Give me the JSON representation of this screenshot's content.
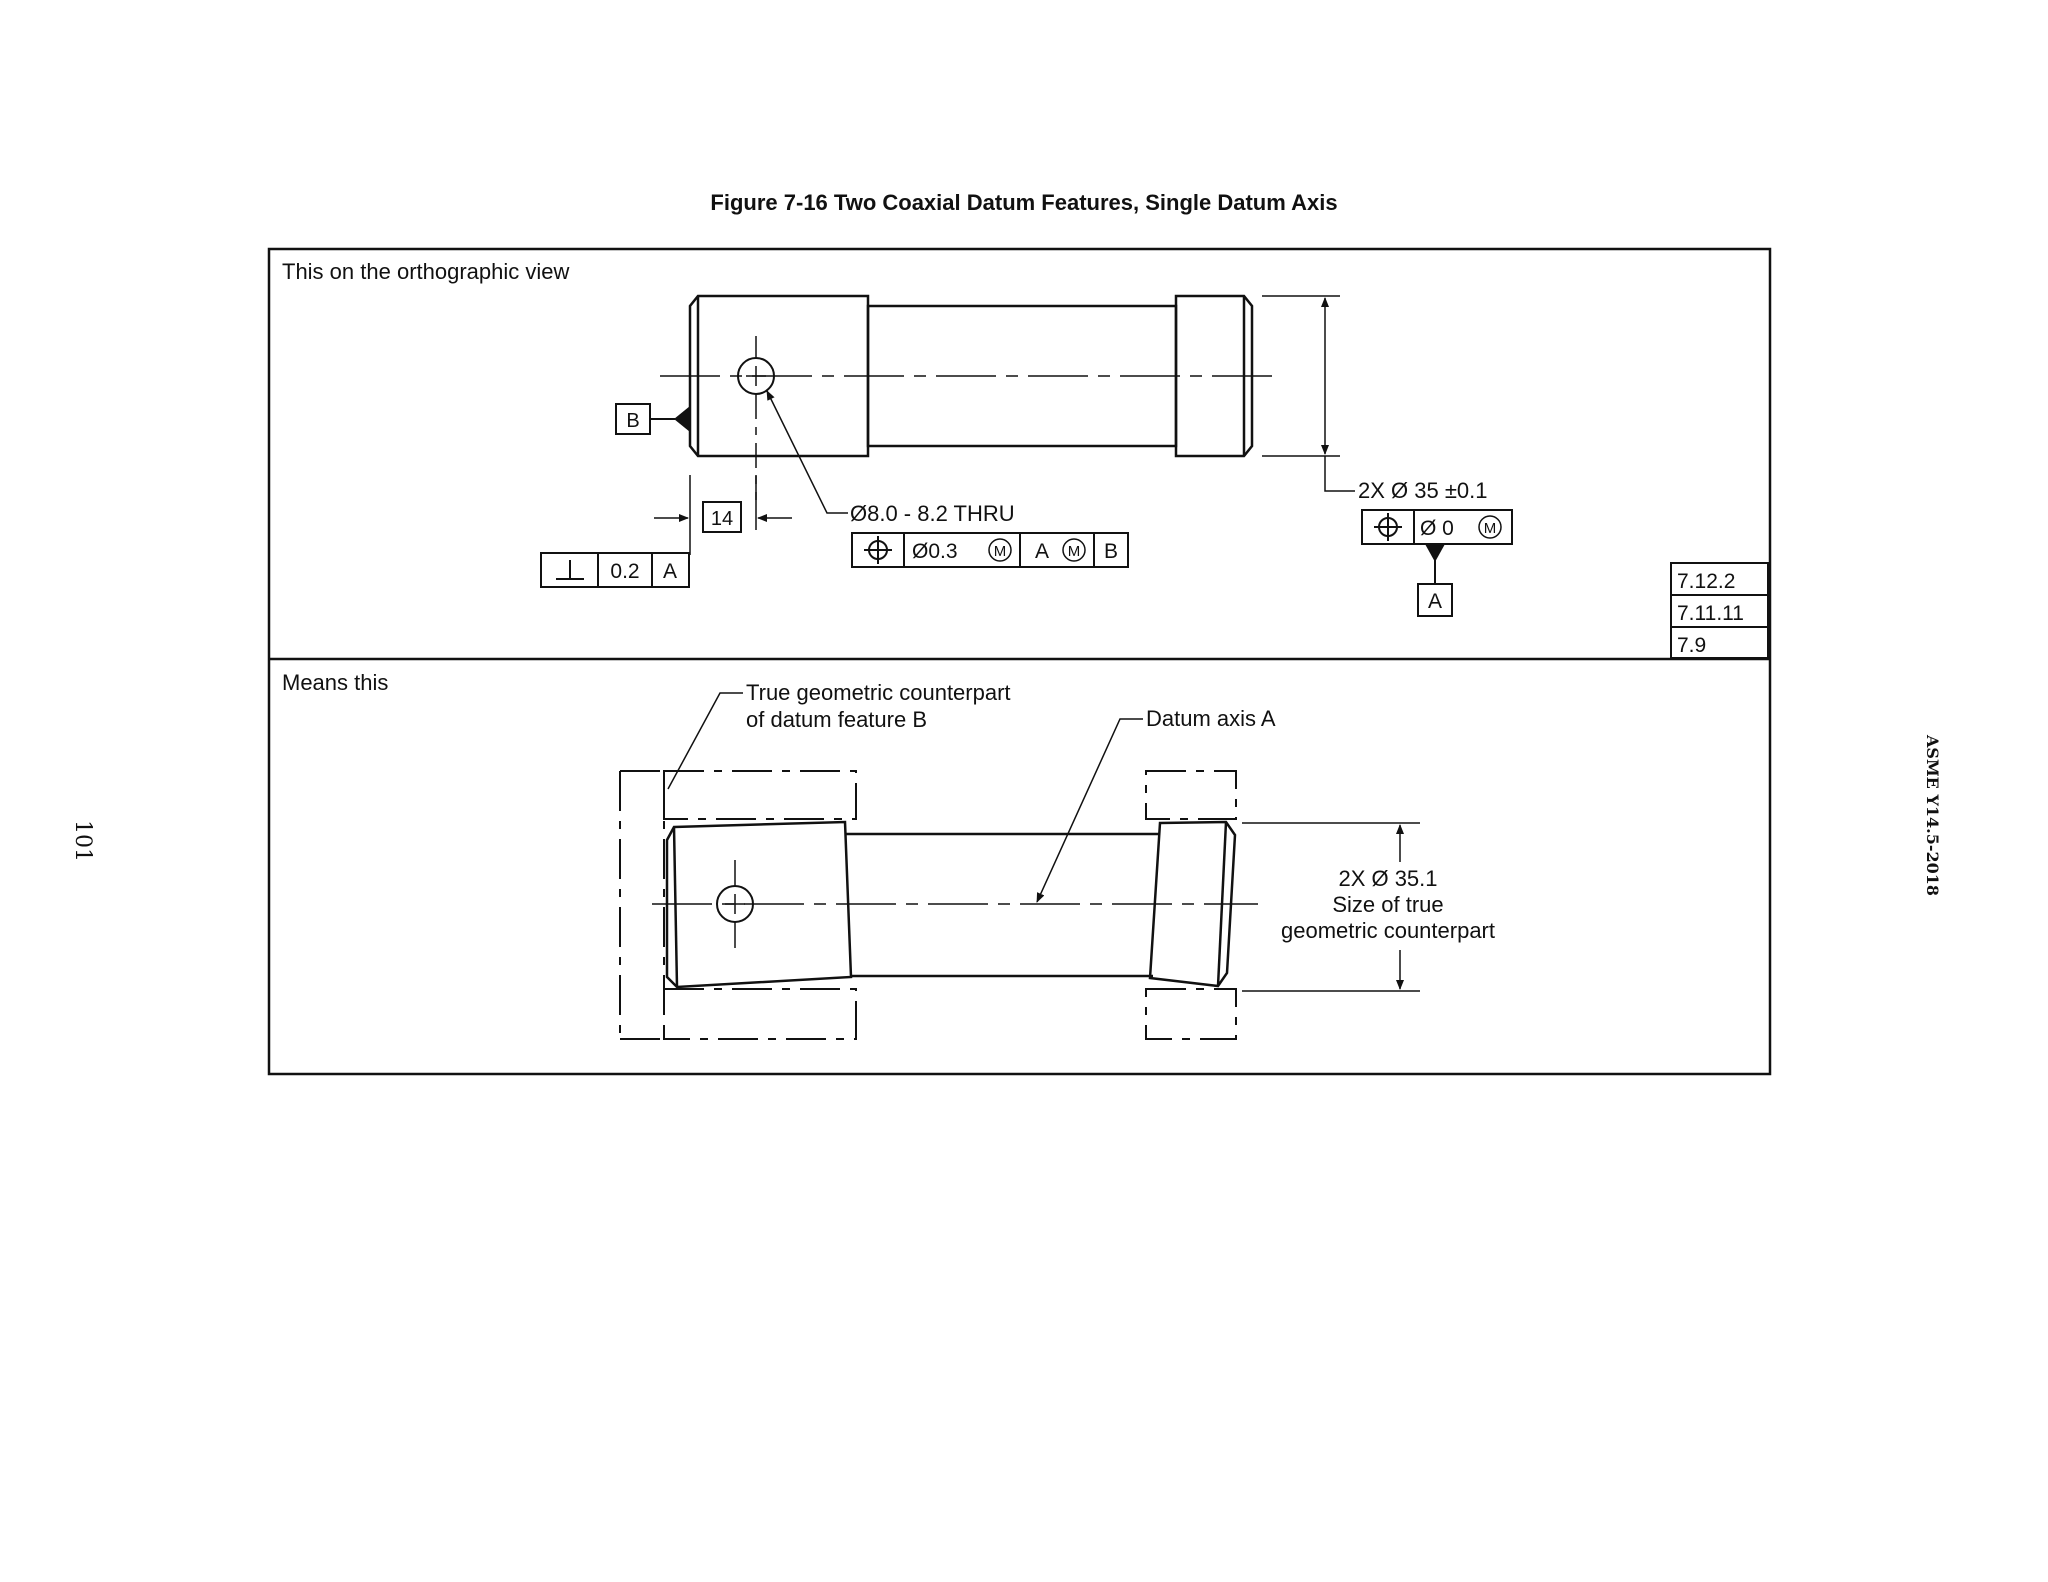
{
  "figure_title": "Figure 7-16 Two Coaxial Datum Features, Single Datum Axis",
  "page_number": "101",
  "standard": "ASME Y14.5-2018",
  "top_panel": {
    "label": "This on the orthographic view",
    "datum_b": "B",
    "basic_dim": "14",
    "perp_fcf": {
      "tol": "0.2",
      "datum": "A"
    },
    "hole_note": "Ø8.0 - 8.2  THRU",
    "hole_fcf": {
      "tol": "Ø0.3",
      "datum1": "A",
      "datum2": "B"
    },
    "dia_note": "2X Ø 35 ±0.1",
    "dia_fcf": {
      "tol": "Ø 0"
    },
    "datum_a": "A",
    "refs": [
      "7.12.2",
      "7.11.11",
      "7.9"
    ]
  },
  "bottom_panel": {
    "label": "Means this",
    "callout_b_line1": "True  geometric  counterpart",
    "callout_b_line2": "of  datum  feature  B",
    "callout_axis": "Datum  axis  A",
    "size_line1": "2X Ø 35.1",
    "size_line2": "Size  of  true",
    "size_line3": "geometric  counterpart"
  },
  "symbols": {
    "position": "⌖",
    "modifier_m": "M",
    "perpendicularity": "⊥"
  }
}
